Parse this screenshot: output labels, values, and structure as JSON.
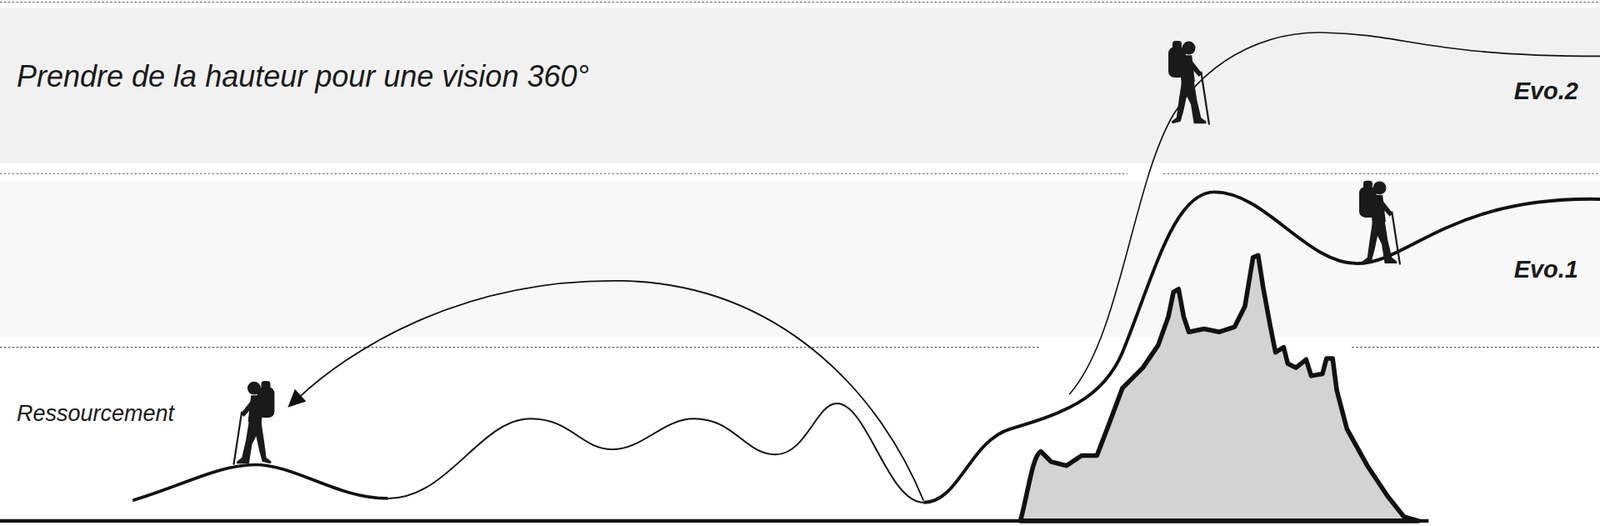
{
  "diagram": {
    "nodes": [
      {
        "text": [
          "Prendre de la hauteur pour une vision 360°",
          "Evo.2"
        ]
      },
      {
        "text": [
          "Evo.1"
        ]
      },
      {
        "text": [
          "Ressourcement"
        ]
      }
    ]
  }
}
